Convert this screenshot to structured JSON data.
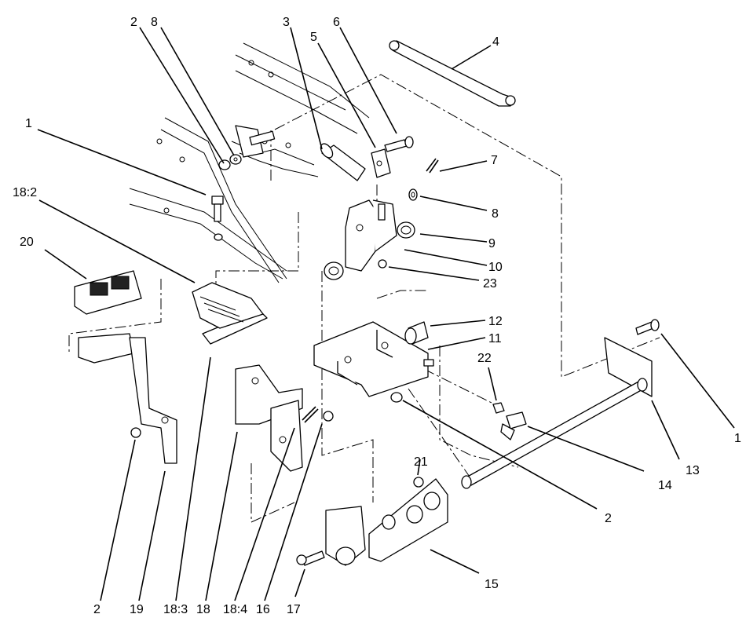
{
  "callouts": [
    {
      "id": "c-2-top",
      "label": "2"
    },
    {
      "id": "c-8-top",
      "label": "8"
    },
    {
      "id": "c-3",
      "label": "3"
    },
    {
      "id": "c-5",
      "label": "5"
    },
    {
      "id": "c-6",
      "label": "6"
    },
    {
      "id": "c-4",
      "label": "4"
    },
    {
      "id": "c-1-left",
      "label": "1"
    },
    {
      "id": "c-7",
      "label": "7"
    },
    {
      "id": "c-8-right",
      "label": "8"
    },
    {
      "id": "c-18-2",
      "label": "18:2"
    },
    {
      "id": "c-9",
      "label": "9"
    },
    {
      "id": "c-20",
      "label": "20"
    },
    {
      "id": "c-10",
      "label": "10"
    },
    {
      "id": "c-23",
      "label": "23"
    },
    {
      "id": "c-12",
      "label": "12"
    },
    {
      "id": "c-11",
      "label": "11"
    },
    {
      "id": "c-22",
      "label": "22"
    },
    {
      "id": "c-1-right",
      "label": "1"
    },
    {
      "id": "c-13",
      "label": "13"
    },
    {
      "id": "c-14",
      "label": "14"
    },
    {
      "id": "c-21",
      "label": "21"
    },
    {
      "id": "c-2-mid",
      "label": "2"
    },
    {
      "id": "c-15",
      "label": "15"
    },
    {
      "id": "c-2-bottom",
      "label": "2"
    },
    {
      "id": "c-19",
      "label": "19"
    },
    {
      "id": "c-18-3",
      "label": "18:3"
    },
    {
      "id": "c-18",
      "label": "18"
    },
    {
      "id": "c-18-4",
      "label": "18:4"
    },
    {
      "id": "c-16",
      "label": "16"
    },
    {
      "id": "c-17",
      "label": "17"
    }
  ]
}
